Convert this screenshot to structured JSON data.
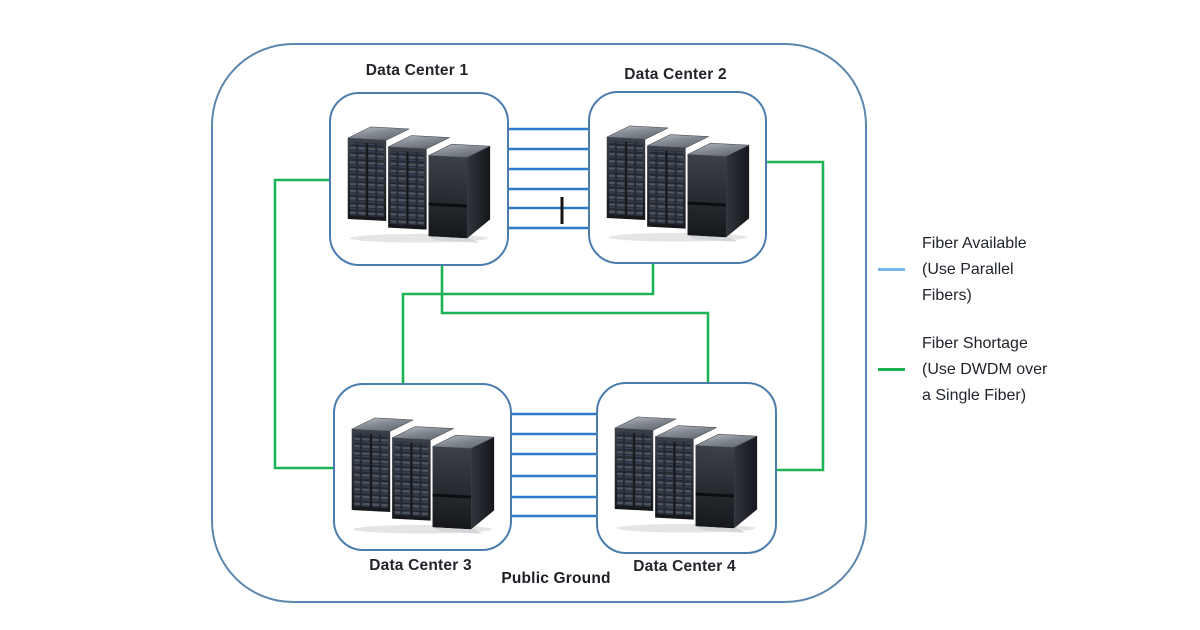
{
  "colors": {
    "canvas_bg": "#ffffff",
    "container_border": "#5b86ae",
    "node_border": "#4a7dae",
    "fiber_available_blue": "#2e7cc9",
    "fiber_shortage_green": "#1eb257",
    "legend_blue_swatch": "#74b7e8",
    "label_text": "#23242b",
    "tick_black": "#141414"
  },
  "diagram": {
    "container_label": "Public Ground",
    "nodes": [
      {
        "id": "dc1",
        "label": "Data Center 1"
      },
      {
        "id": "dc2",
        "label": "Data Center 2"
      },
      {
        "id": "dc3",
        "label": "Data Center 3"
      },
      {
        "id": "dc4",
        "label": "Data Center 4"
      }
    ],
    "links": [
      {
        "from": "dc1",
        "to": "dc2",
        "type": "parallel-fibers",
        "line_count": 6,
        "color": "#2e7cc9"
      },
      {
        "from": "dc3",
        "to": "dc4",
        "type": "parallel-fibers",
        "line_count": 6,
        "color": "#2e7cc9"
      },
      {
        "from": "dc1",
        "to": "dc3",
        "type": "dwdm-single-fiber",
        "color": "#1eb257"
      },
      {
        "from": "dc2",
        "to": "dc4",
        "type": "dwdm-single-fiber",
        "color": "#1eb257"
      },
      {
        "from": "dc1",
        "to": "dc4",
        "type": "dwdm-single-fiber",
        "color": "#1eb257"
      },
      {
        "from": "dc2",
        "to": "dc3",
        "type": "dwdm-single-fiber",
        "color": "#1eb257"
      }
    ]
  },
  "legend": {
    "items": [
      {
        "swatch_color": "#74b7e8",
        "lines": [
          "Fiber Available",
          "(Use Parallel",
          "Fibers)"
        ]
      },
      {
        "swatch_color": "#1eb257",
        "lines": [
          "Fiber Shortage",
          "(Use DWDM over",
          "a Single Fiber)"
        ]
      }
    ]
  }
}
